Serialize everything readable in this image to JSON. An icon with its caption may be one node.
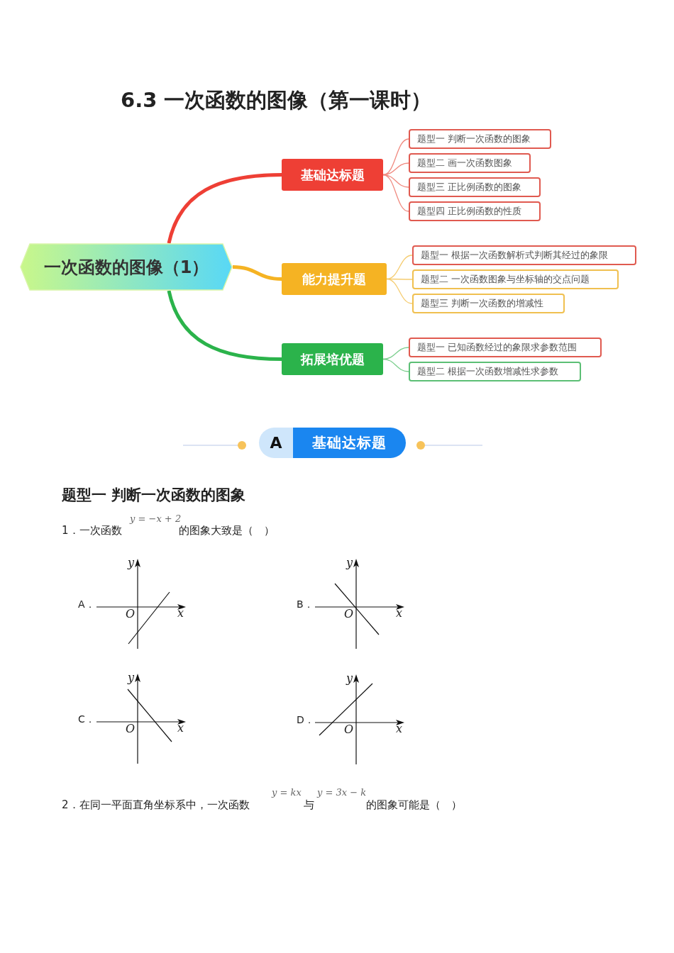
{
  "diagram": {
    "title": "6.3 一次函数的图像（第一课时）",
    "nodes": [
      {
        "text": [
          "一次函数的图像（1）"
        ]
      },
      {
        "text": [
          "基础达标题"
        ]
      },
      {
        "text": [
          "题型一 判断一次函数的图象"
        ]
      },
      {
        "text": [
          "题型二 画一次函数图象"
        ]
      },
      {
        "text": [
          "题型三 正比例函数的图象"
        ]
      },
      {
        "text": [
          "题型四 正比例函数的性质"
        ]
      },
      {
        "text": [
          "能力提升题"
        ]
      },
      {
        "text": [
          "题型一 根据一次函数解析式判断其经过的象限"
        ]
      },
      {
        "text": [
          "题型二 一次函数图象与坐标轴的交点问题"
        ]
      },
      {
        "text": [
          "题型三 判断一次函数的增减性"
        ]
      },
      {
        "text": [
          "拓展培优题"
        ]
      },
      {
        "text": [
          "题型一 已知函数经过的象限求参数范围"
        ]
      },
      {
        "text": [
          "题型二 根据一次函数增减性求参数"
        ]
      },
      {
        "text": [
          "A",
          "基础达标题"
        ]
      }
    ],
    "edges": [
      {
        "from": 0,
        "to": 1,
        "arrow": "none",
        "style": "thick",
        "color": "#ee3f35"
      },
      {
        "from": 1,
        "to": 2,
        "arrow": "none",
        "color": "#f08a80"
      },
      {
        "from": 1,
        "to": 3,
        "arrow": "none",
        "color": "#f08a80"
      },
      {
        "from": 1,
        "to": 4,
        "arrow": "none",
        "color": "#f08a80"
      },
      {
        "from": 1,
        "to": 5,
        "arrow": "none",
        "color": "#f08a80"
      },
      {
        "from": 0,
        "to": 6,
        "arrow": "none",
        "style": "thick",
        "color": "#f5b323"
      },
      {
        "from": 6,
        "to": 7,
        "arrow": "none",
        "color": "#f5cc70"
      },
      {
        "from": 6,
        "to": 8,
        "arrow": "none",
        "color": "#f5cc70"
      },
      {
        "from": 6,
        "to": 9,
        "arrow": "none",
        "color": "#f5cc70"
      },
      {
        "from": 0,
        "to": 10,
        "arrow": "none",
        "style": "thick",
        "color": "#2bb34b"
      },
      {
        "from": 10,
        "to": 11,
        "arrow": "none",
        "color": "#7ccf8e"
      },
      {
        "from": 10,
        "to": 12,
        "arrow": "none",
        "color": "#7ccf8e"
      }
    ],
    "labels": [
      "题型一  判断一次函数的图象",
      "1．一次函数",
      "y = −x + 2",
      "的图象大致是（　）",
      "A．",
      "y",
      "O",
      "x",
      "B．",
      "y",
      "O",
      "x",
      "C．",
      "y",
      "O",
      "x",
      "D．",
      "y",
      "O",
      "x",
      "2．在同一平面直角坐标系中，一次函数",
      "y = kx",
      "与",
      "y = 3x − k",
      "的图象可能是（　）"
    ]
  }
}
